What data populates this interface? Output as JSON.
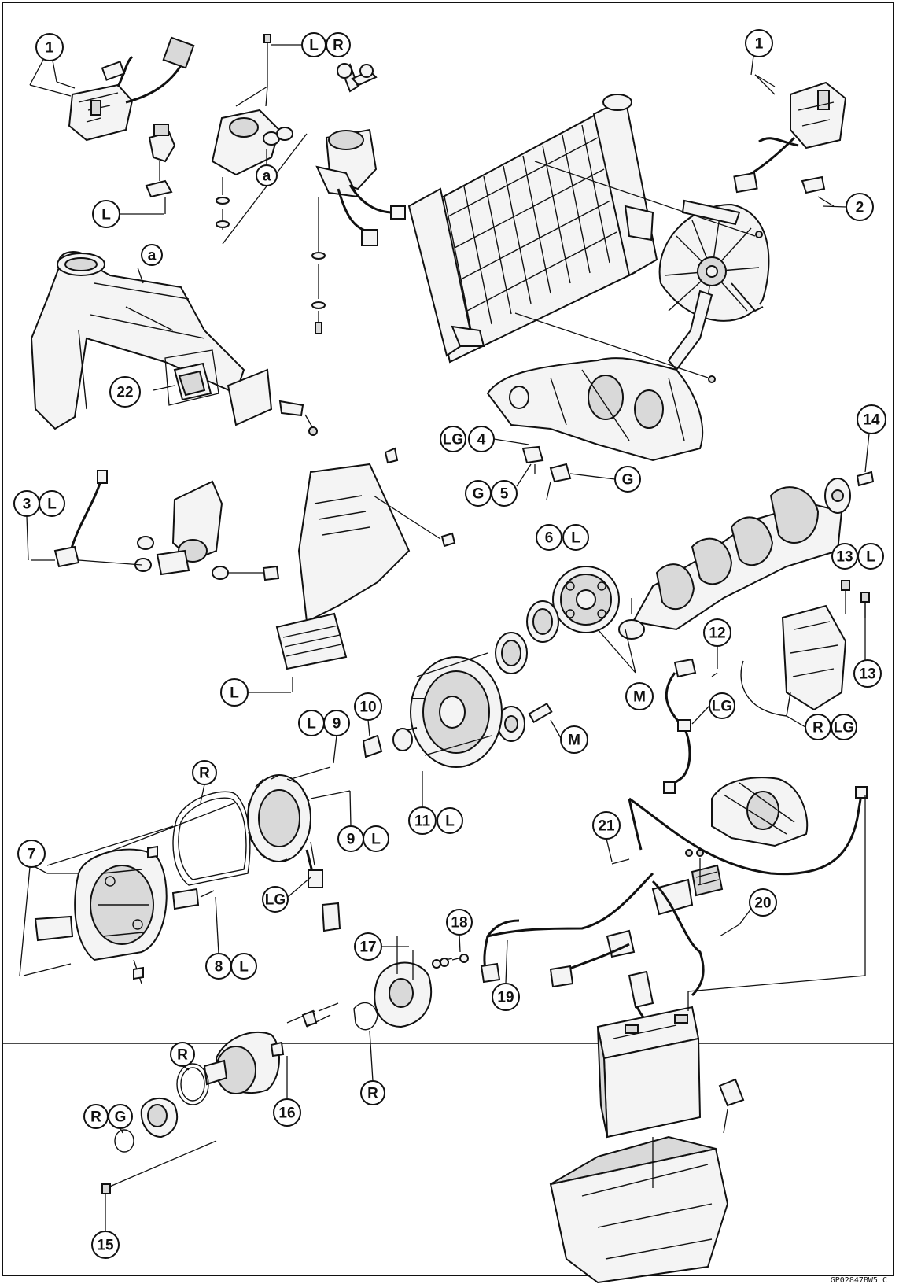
{
  "callouts": [
    {
      "id": "c-1-left",
      "label": "1"
    },
    {
      "id": "c-lr-l",
      "label": "L"
    },
    {
      "id": "c-lr-r",
      "label": "R"
    },
    {
      "id": "c-1-right",
      "label": "1"
    },
    {
      "id": "c-a-top",
      "label": "a"
    },
    {
      "id": "c-l-top",
      "label": "L"
    },
    {
      "id": "c-2",
      "label": "2"
    },
    {
      "id": "c-a-frame",
      "label": "a"
    },
    {
      "id": "c-22",
      "label": "22"
    },
    {
      "id": "c-lg4-lg",
      "label": "LG"
    },
    {
      "id": "c-lg4-4",
      "label": "4"
    },
    {
      "id": "c-g5-g",
      "label": "G"
    },
    {
      "id": "c-g5-5",
      "label": "5"
    },
    {
      "id": "c-g-right",
      "label": "G"
    },
    {
      "id": "c-6l-6",
      "label": "6"
    },
    {
      "id": "c-6l-l",
      "label": "L"
    },
    {
      "id": "c-14",
      "label": "14"
    },
    {
      "id": "c-3l-3",
      "label": "3"
    },
    {
      "id": "c-3l-l",
      "label": "L"
    },
    {
      "id": "c-13l-13",
      "label": "13"
    },
    {
      "id": "c-13l-l",
      "label": "L"
    },
    {
      "id": "c-12",
      "label": "12"
    },
    {
      "id": "c-13",
      "label": "13"
    },
    {
      "id": "c-l-reg",
      "label": "L"
    },
    {
      "id": "c-m-top",
      "label": "M"
    },
    {
      "id": "c-lg-wire",
      "label": "LG"
    },
    {
      "id": "c-rlg-r",
      "label": "R"
    },
    {
      "id": "c-rlg-lg",
      "label": "LG"
    },
    {
      "id": "c-l9-l",
      "label": "L"
    },
    {
      "id": "c-l9-9",
      "label": "9"
    },
    {
      "id": "c-10",
      "label": "10"
    },
    {
      "id": "c-m-pin",
      "label": "M"
    },
    {
      "id": "c-r-gasket",
      "label": "R"
    },
    {
      "id": "c-9l-9",
      "label": "9"
    },
    {
      "id": "c-9l-l",
      "label": "L"
    },
    {
      "id": "c-11l-11",
      "label": "11"
    },
    {
      "id": "c-11l-l",
      "label": "L"
    },
    {
      "id": "c-21",
      "label": "21"
    },
    {
      "id": "c-7",
      "label": "7"
    },
    {
      "id": "c-lg-stator",
      "label": "LG"
    },
    {
      "id": "c-20",
      "label": "20"
    },
    {
      "id": "c-18",
      "label": "18"
    },
    {
      "id": "c-17",
      "label": "17"
    },
    {
      "id": "c-8l-8",
      "label": "8"
    },
    {
      "id": "c-8l-l",
      "label": "L"
    },
    {
      "id": "c-19",
      "label": "19"
    },
    {
      "id": "c-r-oring-a",
      "label": "R"
    },
    {
      "id": "c-r-oring-b",
      "label": "R"
    },
    {
      "id": "c-rg-r",
      "label": "R"
    },
    {
      "id": "c-rg-g",
      "label": "G"
    },
    {
      "id": "c-16",
      "label": "16"
    },
    {
      "id": "c-15",
      "label": "15"
    }
  ],
  "reference_code": "GP02847BW5 C"
}
